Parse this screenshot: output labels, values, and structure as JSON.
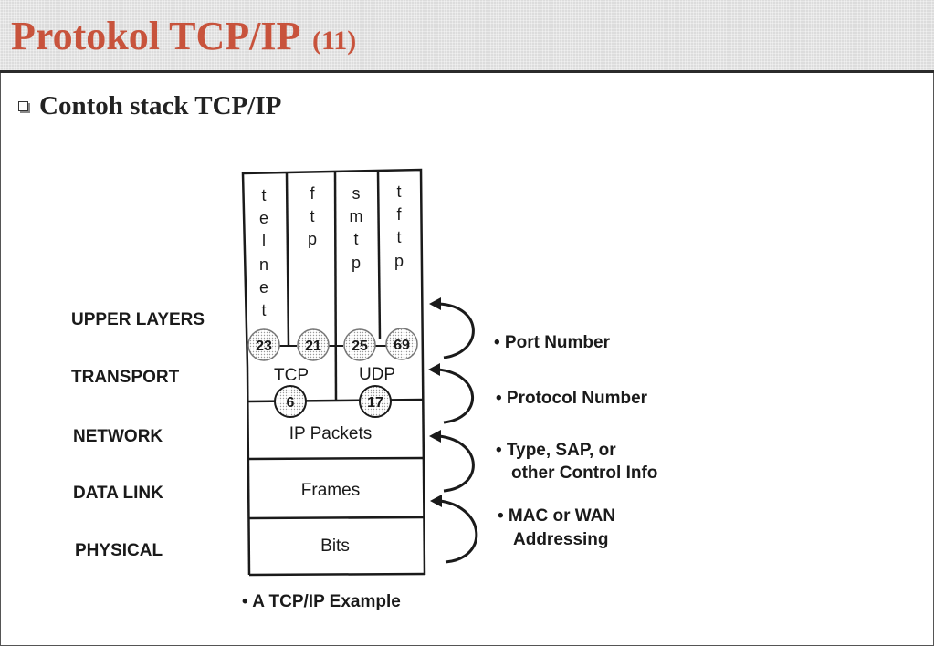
{
  "slide": {
    "title": "Protokol TCP/IP",
    "title_suffix": "(11)",
    "bullet": "Contoh stack TCP/IP"
  },
  "diagram": {
    "layer_labels": [
      "UPPER LAYERS",
      "TRANSPORT",
      "NETWORK",
      "DATA LINK",
      "PHYSICAL"
    ],
    "applications": [
      "telnet",
      "ftp",
      "smtp",
      "tftp"
    ],
    "port_numbers": [
      "23",
      "21",
      "25",
      "69"
    ],
    "transport_protocols": [
      "TCP",
      "UDP"
    ],
    "protocol_numbers": [
      "6",
      "17"
    ],
    "network_cell": "IP Packets",
    "datalink_cell": "Frames",
    "physical_cell": "Bits",
    "annotations": {
      "port": "• Port Number",
      "protocol": "• Protocol Number",
      "type_line1": "• Type, SAP, or",
      "type_line2": "other Control Info",
      "mac_line1": "• MAC or WAN",
      "mac_line2": "Addressing"
    },
    "caption": "• A TCP/IP Example"
  }
}
